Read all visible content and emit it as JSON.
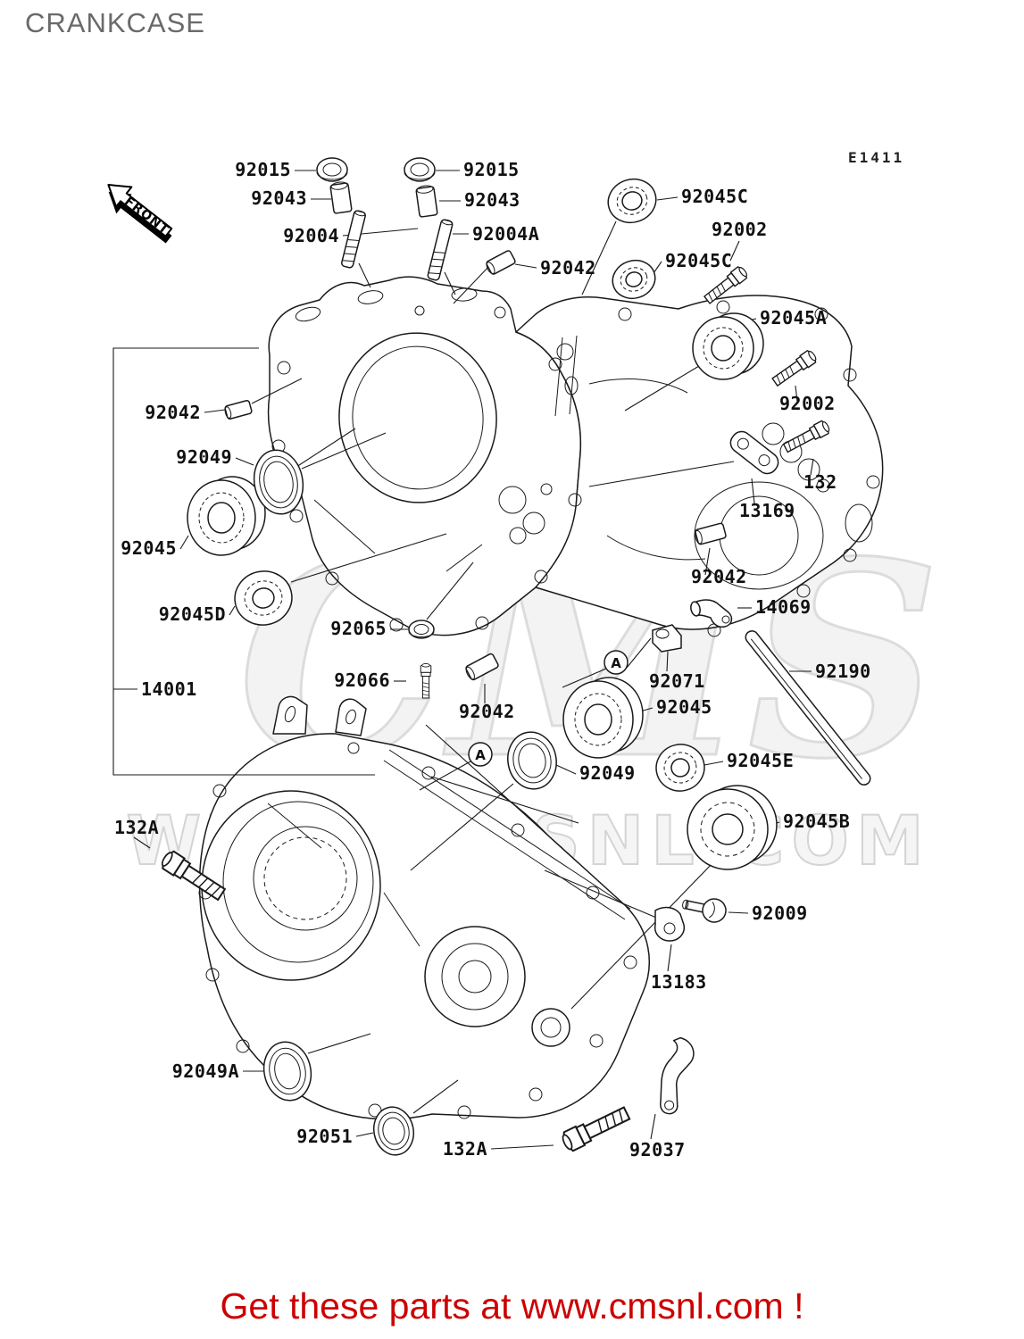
{
  "page": {
    "title": "CRANKCASE",
    "figure_code": "E1411",
    "front_label": "FRONT",
    "footer_text": "Get these parts at www.cmsnl.com !"
  },
  "watermark": {
    "logo_text": "CMS",
    "url_text": "WWW.CMSNL.COM"
  },
  "colors": {
    "line": "#1a1a1a",
    "title_gray": "#6a6a6a",
    "footer_red": "#cc0000",
    "watermark_gray": "#dcdcdc"
  },
  "detail_markers": [
    "A",
    "A"
  ],
  "labels": [
    {
      "part": "92015"
    },
    {
      "part": "92043"
    },
    {
      "part": "92004"
    },
    {
      "part": "92015"
    },
    {
      "part": "92043"
    },
    {
      "part": "92004A"
    },
    {
      "part": "92042"
    },
    {
      "part": "92045C"
    },
    {
      "part": "92002"
    },
    {
      "part": "92045C"
    },
    {
      "part": "92045A"
    },
    {
      "part": "92002"
    },
    {
      "part": "132"
    },
    {
      "part": "13169"
    },
    {
      "part": "92042"
    },
    {
      "part": "14069"
    },
    {
      "part": "92190"
    },
    {
      "part": "92042"
    },
    {
      "part": "92049"
    },
    {
      "part": "92045"
    },
    {
      "part": "92045D"
    },
    {
      "part": "14001"
    },
    {
      "part": "92065"
    },
    {
      "part": "92066"
    },
    {
      "part": "92042"
    },
    {
      "part": "92071"
    },
    {
      "part": "92045"
    },
    {
      "part": "92049"
    },
    {
      "part": "92045E"
    },
    {
      "part": "92045B"
    },
    {
      "part": "92009"
    },
    {
      "part": "13183"
    },
    {
      "part": "92049A"
    },
    {
      "part": "92051"
    },
    {
      "part": "132A"
    },
    {
      "part": "92037"
    },
    {
      "part": "132A"
    }
  ]
}
